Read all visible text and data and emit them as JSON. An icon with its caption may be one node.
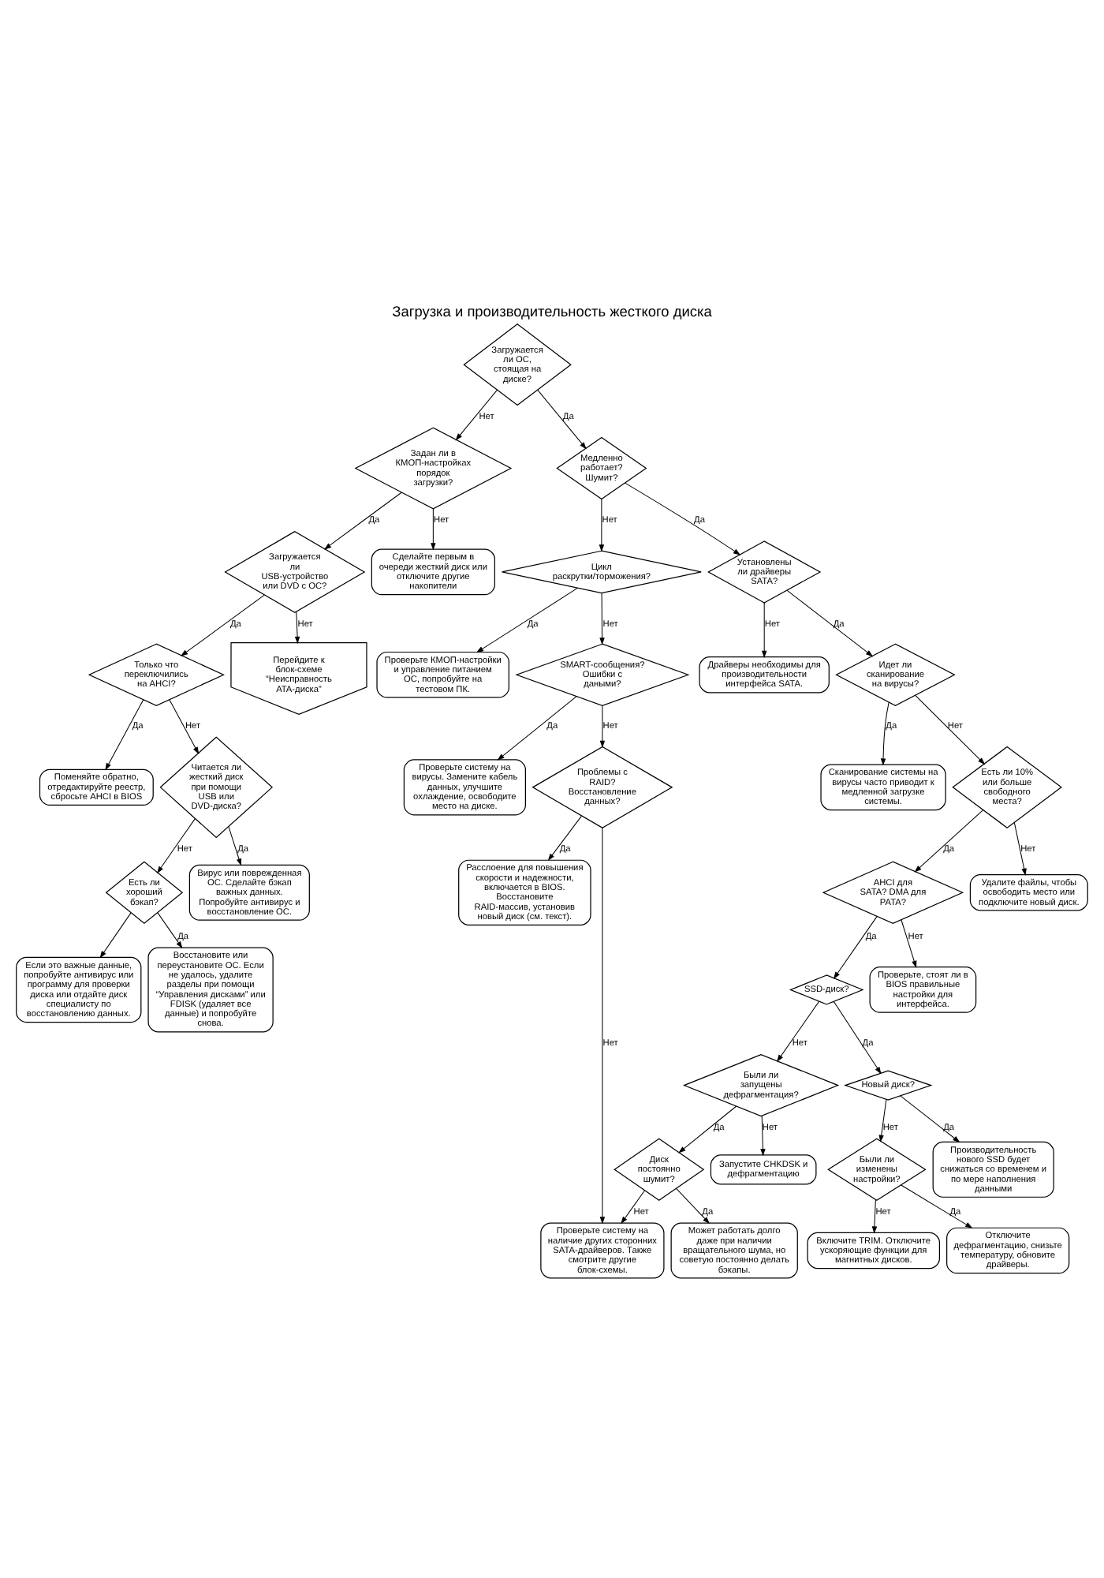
{
  "diagram": {
    "title": "Загрузка и производительность жесткого диска",
    "nodes": [
      {
        "text": [
          "Загружается ли ОС, стоящая на диске?"
        ]
      },
      {
        "text": [
          "Задан ли в КМОП-настройках порядок загрузки?"
        ]
      },
      {
        "text": [
          "Медленно работает? Шумит?"
        ]
      },
      {
        "text": [
          "Загружается ли USB-устройство или DVD с ОС?"
        ]
      },
      {
        "text": [
          "Сделайте первым в очереди жесткий диск или отключите другие накопители"
        ]
      },
      {
        "text": [
          "Цикл раскрутки/торможения?"
        ]
      },
      {
        "text": [
          "Только что переключились на AHCI?"
        ]
      },
      {
        "text": [
          "Перейдите к блок-схеме “Неисправность ATA-диска”"
        ]
      },
      {
        "text": [
          "Установлены ли драйверы SATA?"
        ]
      },
      {
        "text": [
          "Проверьте КМОП-настройки и управление питанием ОС, попробуйте на тестовом ПК."
        ]
      },
      {
        "text": [
          "Поменяйте обратно, отредактируйте реестр, сбросьте AHCI в BIOS"
        ]
      },
      {
        "text": [
          "Драйверы необходимы для производительности интерфейса SATA."
        ]
      },
      {
        "text": [
          "Читается ли жесткий диск при помощи USB или DVD-диска?"
        ]
      },
      {
        "text": [
          "Идет ли сканирование на вирусы?"
        ]
      },
      {
        "text": [
          "Сканирование системы на вирусы часто приводит к медленной загрузке системы."
        ]
      },
      {
        "text": [
          "Есть ли хороший бэкап?"
        ]
      },
      {
        "text": [
          "Вирус или поврежденная ОС. Сделайте бэкап важных данных. Попробуйте антивирус и восстановление ОС."
        ]
      },
      {
        "text": [
          "SMART-сообщения? Ошибки с даными?"
        ]
      },
      {
        "text": [
          "Есть ли 10% или больше свободного места?"
        ]
      },
      {
        "text": [
          "Восстановите или переустановите ОС. Если не удалось, удалите разделы при помощи “Управления дисками” или FDISK (удаляет все данные) и попробуйте снова."
        ]
      },
      {
        "text": [
          "Проверьте систему на вирусы. Замените кабель данных, улучшите охлаждение, освободите место на диске."
        ]
      },
      {
        "text": [
          "AHCI для SATA? DMA для PATA?"
        ]
      },
      {
        "text": [
          "Если это важные данные, попробуйте антивирус или программу для проверки диска или отдайте диск специалисту по восстановлению данных."
        ]
      },
      {
        "text": [
          "Удалите файлы, чтобы освободить место или подключите новый диск."
        ]
      },
      {
        "text": [
          "Проблемы с RAID? Восстановление данных?"
        ]
      },
      {
        "text": [
          "Проверьте, стоят ли в BIOS правильные настройки для интерфейса."
        ]
      },
      {
        "text": [
          "Расслоение для повышения скорости и надежности, включается в BIOS. Восстановите RAID-массив, установив новый диск (см. текст)."
        ]
      },
      {
        "text": [
          "SSD-диск?"
        ]
      },
      {
        "text": [
          "Новый диск?"
        ]
      },
      {
        "text": [
          "Были ли запущены дефрагментация?"
        ]
      },
      {
        "text": [
          "Производительность нового SSD будет снижаться со временем и по мере наполнения данными"
        ]
      },
      {
        "text": [
          "Запустите CHKDSK и дефрагментацию"
        ]
      },
      {
        "text": [
          "Были ли изменены настройки?"
        ]
      },
      {
        "text": [
          "Диск постоянно шумит?"
        ]
      },
      {
        "text": [
          "Отключите дефрагментацию, снизьте температуру, обновите драйверы."
        ]
      },
      {
        "text": [
          "Включите TRIM. Отключите ускоряющие функции для магнитных дисков."
        ]
      },
      {
        "text": [
          "Может работать долго даже при наличии вращательного шума, но советую постоянно делать бэкапы."
        ]
      },
      {
        "text": [
          "Проверьте систему на наличие других сторонних SATA-драйверов. Также смотрите другие блок-схемы."
        ]
      }
    ],
    "edges": [
      {
        "from": 0,
        "to": 1,
        "arrow": "to",
        "label": "Нет"
      },
      {
        "from": 0,
        "to": 2,
        "arrow": "to",
        "label": "Да"
      },
      {
        "from": 1,
        "to": 3,
        "arrow": "to",
        "label": "Да"
      },
      {
        "from": 1,
        "to": 4,
        "arrow": "to",
        "label": "Нет"
      },
      {
        "from": 2,
        "to": 8,
        "arrow": "to",
        "label": "Да"
      },
      {
        "from": 2,
        "to": 5,
        "arrow": "to",
        "label": "Нет"
      },
      {
        "from": 3,
        "to": 6,
        "arrow": "to",
        "label": "Да"
      },
      {
        "from": 3,
        "to": 7,
        "arrow": "to",
        "label": "Нет"
      },
      {
        "from": 5,
        "to": 9,
        "arrow": "to",
        "label": "Да"
      },
      {
        "from": 5,
        "to": 17,
        "arrow": "to",
        "label": "Нет"
      },
      {
        "from": 6,
        "to": 10,
        "arrow": "to",
        "label": "Да"
      },
      {
        "from": 6,
        "to": 12,
        "arrow": "to",
        "label": "Нет"
      },
      {
        "from": 8,
        "to": 11,
        "arrow": "to",
        "label": "Нет"
      },
      {
        "from": 8,
        "to": 13,
        "arrow": "to",
        "label": "Да"
      },
      {
        "from": 12,
        "to": 15,
        "arrow": "to",
        "label": "Нет"
      },
      {
        "from": 12,
        "to": 16,
        "arrow": "to",
        "label": "Да"
      },
      {
        "from": 13,
        "to": 14,
        "arrow": "to",
        "label": "Да"
      },
      {
        "from": 13,
        "to": 18,
        "arrow": "to",
        "label": "Нет"
      },
      {
        "from": 15,
        "to": 22,
        "arrow": "to"
      },
      {
        "from": 15,
        "to": 19,
        "arrow": "to",
        "label": "Да"
      },
      {
        "from": 17,
        "to": 20,
        "arrow": "to",
        "label": "Да"
      },
      {
        "from": 17,
        "to": 24,
        "arrow": "to",
        "label": "Нет"
      },
      {
        "from": 18,
        "to": 21,
        "arrow": "to",
        "label": "Да"
      },
      {
        "from": 18,
        "to": 23,
        "arrow": "to",
        "label": "Нет"
      },
      {
        "from": 21,
        "to": 25,
        "arrow": "to",
        "label": "Нет"
      },
      {
        "from": 21,
        "to": 27,
        "arrow": "to",
        "label": "Да"
      },
      {
        "from": 24,
        "to": 26,
        "arrow": "to",
        "label": "Да"
      },
      {
        "from": 24,
        "to": 37,
        "arrow": "to",
        "label": "Нет"
      },
      {
        "from": 27,
        "to": 28,
        "arrow": "to",
        "label": "Да"
      },
      {
        "from": 27,
        "to": 29,
        "arrow": "to",
        "label": "Нет"
      },
      {
        "from": 28,
        "to": 30,
        "arrow": "to",
        "label": "Да"
      },
      {
        "from": 28,
        "to": 32,
        "arrow": "to",
        "label": "Нет"
      },
      {
        "from": 29,
        "to": 31,
        "arrow": "to",
        "label": "Нет"
      },
      {
        "from": 29,
        "to": 33,
        "arrow": "to",
        "label": "Да"
      },
      {
        "from": 32,
        "to": 34,
        "arrow": "to",
        "label": "Да"
      },
      {
        "from": 32,
        "to": 35,
        "arrow": "to",
        "label": "Нет"
      },
      {
        "from": 33,
        "to": 36,
        "arrow": "to",
        "label": "Да"
      },
      {
        "from": 33,
        "to": 37,
        "arrow": "to",
        "label": "Нет"
      }
    ]
  }
}
